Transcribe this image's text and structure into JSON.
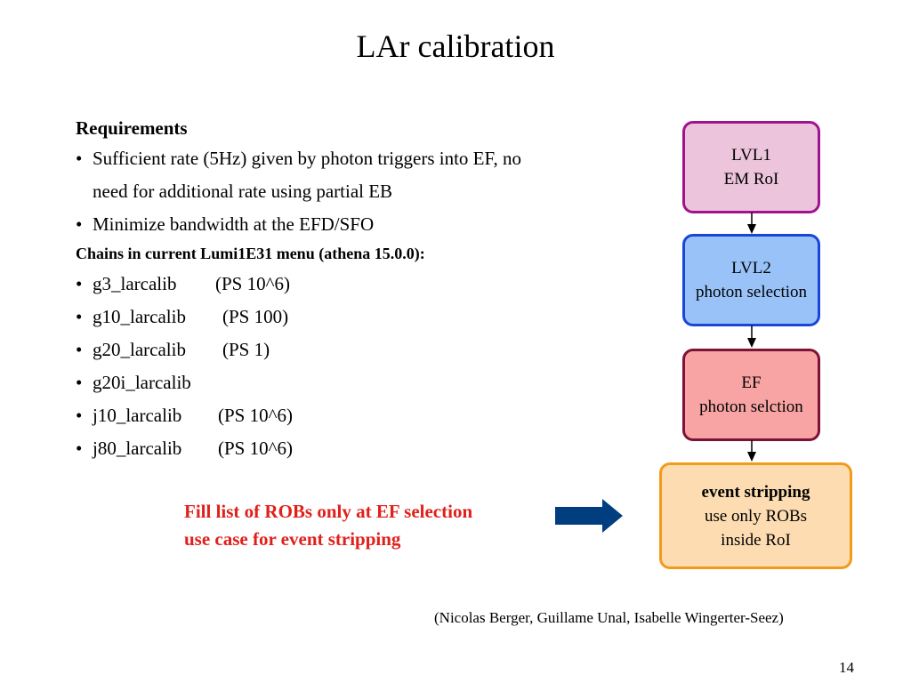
{
  "title": "LAr calibration",
  "requirements": {
    "heading": "Requirements",
    "bullets": [
      "Sufficient rate (5Hz) given by photon triggers into EF, no need for additional rate using partial EB",
      "Minimize bandwidth at the EFD/SFO"
    ]
  },
  "chains": {
    "heading": "Chains in current Lumi1E31 menu (athena 15.0.0):",
    "items": [
      {
        "name": "g3_larcalib",
        "ps": "(PS 10^6)"
      },
      {
        "name": "g10_larcalib",
        "ps": "(PS 100)"
      },
      {
        "name": "g20_larcalib",
        "ps": "(PS 1)"
      },
      {
        "name": "g20i_larcalib",
        "ps": ""
      },
      {
        "name": "j10_larcalib",
        "ps": "(PS 10^6)"
      },
      {
        "name": "j80_larcalib",
        "ps": "(PS 10^6)"
      }
    ]
  },
  "note": {
    "line1": "Fill list of ROBs only at EF selection",
    "line2": "use case for event stripping",
    "color": "#e0201b"
  },
  "flow": {
    "lvl1": {
      "line1": "LVL1",
      "line2": "EM RoI"
    },
    "lvl2": {
      "line1": "LVL2",
      "line2": "photon selection"
    },
    "ef": {
      "line1": "EF",
      "line2": "photon selction"
    },
    "strip": {
      "line1": "event stripping",
      "line2": "use only ROBs",
      "line3": "inside RoI"
    }
  },
  "credit": "(Nicolas Berger, Guillame Unal, Isabelle Wingerter-Seez)",
  "page_number": "14"
}
